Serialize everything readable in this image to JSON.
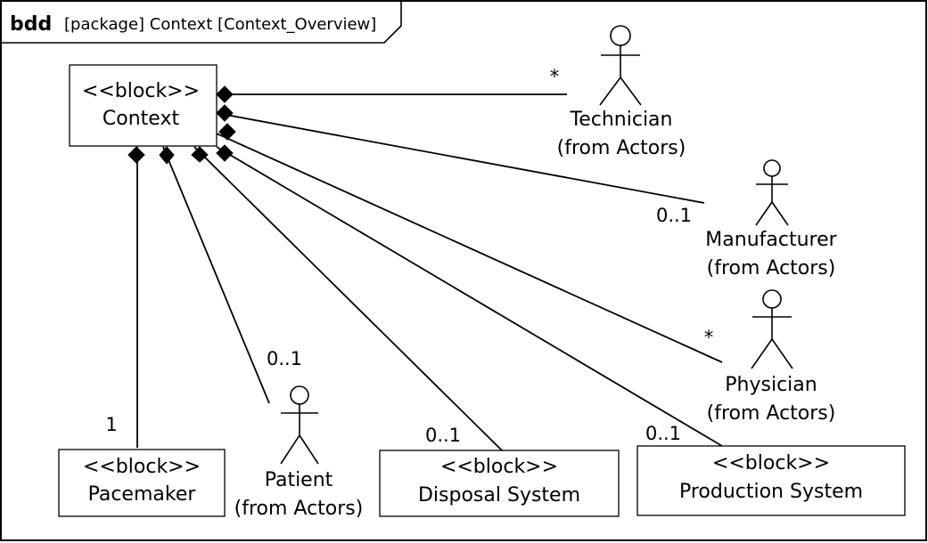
{
  "frame": {
    "keyword": "bdd",
    "name": "[package] Context [Context_Overview]"
  },
  "blocks": {
    "context": {
      "stereotype": "<<block>>",
      "name": "Context"
    },
    "pacemaker": {
      "stereotype": "<<block>>",
      "name": "Pacemaker"
    },
    "disposal": {
      "stereotype": "<<block>>",
      "name": "Disposal System"
    },
    "production": {
      "stereotype": "<<block>>",
      "name": "Production System"
    }
  },
  "actors": {
    "technician": {
      "name": "Technician",
      "source": "(from Actors)"
    },
    "manufacturer": {
      "name": "Manufacturer",
      "source": "(from Actors)"
    },
    "physician": {
      "name": "Physician",
      "source": "(from Actors)"
    },
    "patient": {
      "name": "Patient",
      "source": "(from Actors)"
    }
  },
  "multiplicities": {
    "technician": "*",
    "manufacturer": "0..1",
    "physician": "*",
    "patient": "0..1",
    "pacemaker": "1",
    "disposal": "0..1",
    "production": "0..1"
  }
}
